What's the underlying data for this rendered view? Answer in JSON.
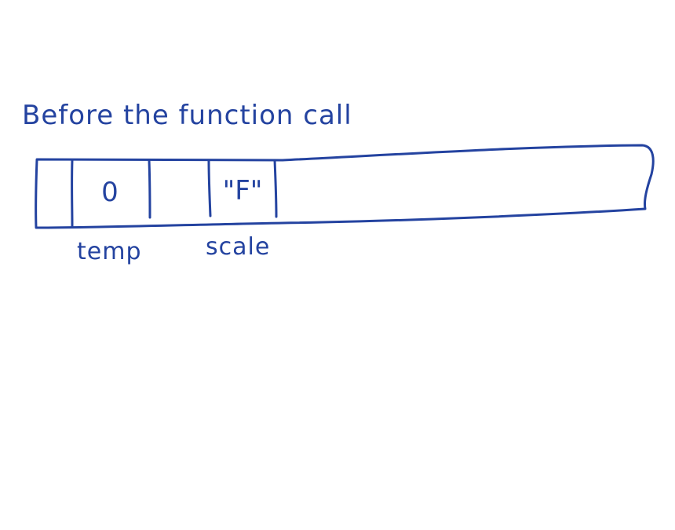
{
  "title": "Before the function call",
  "memory": {
    "cells": [
      {
        "value": ""
      },
      {
        "value": "0",
        "label": "temp"
      },
      {
        "value": ""
      },
      {
        "value": "\"F\"",
        "label": "scale"
      }
    ]
  },
  "colors": {
    "ink": "#2443a0",
    "background": "#ffffff"
  }
}
